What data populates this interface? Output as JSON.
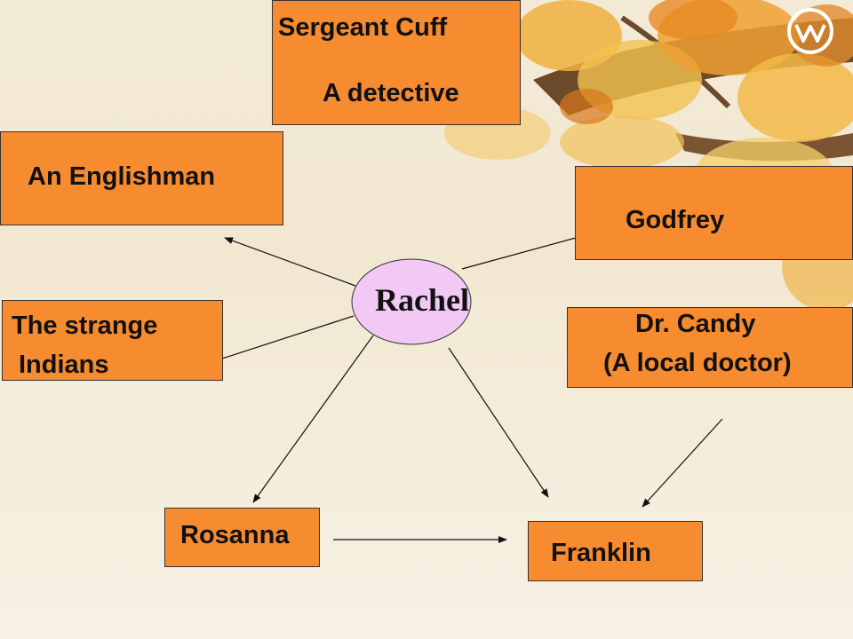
{
  "colors": {
    "box_fill": "#f78b2f",
    "center_fill": "#f2c8f4",
    "arrow": "#111111",
    "background": "#f3ead6"
  },
  "logo": {
    "icon": "emblem-icon"
  },
  "center": {
    "label": "Rachel"
  },
  "nodes": {
    "sergeant_cuff": {
      "line1": "Sergeant Cuff",
      "line2": "A detective"
    },
    "englishman": {
      "label": "An Englishman"
    },
    "godfrey": {
      "label": "Godfrey"
    },
    "indians": {
      "line1": "The strange",
      "line2": "Indians"
    },
    "candy": {
      "line1": "Dr. Candy",
      "line2": "(A local doctor)"
    },
    "rosanna": {
      "label": "Rosanna"
    },
    "franklin": {
      "label": "Franklin"
    }
  }
}
